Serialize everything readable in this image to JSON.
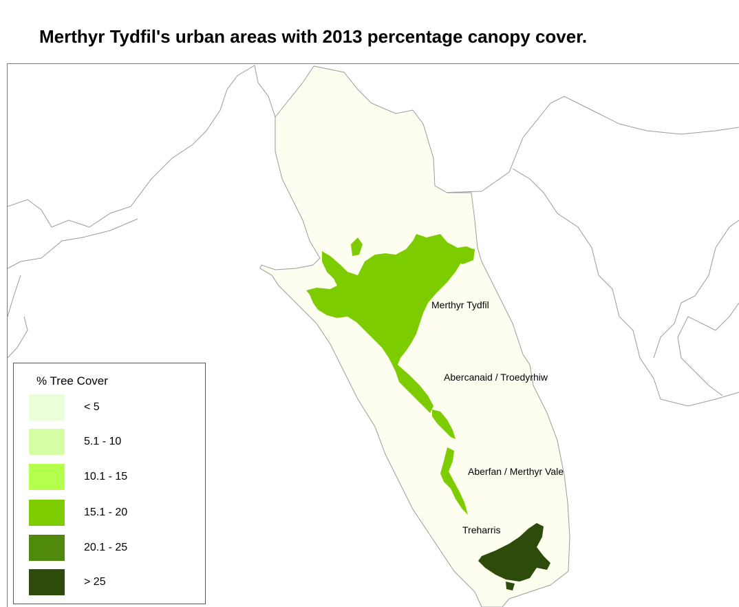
{
  "title": "Merthyr Tydfil's urban areas with 2013 percentage canopy cover.",
  "colors": {
    "county": "#fdfdf0",
    "boundary": "#9a9a9a",
    "cover_15_20": "#7dcc00",
    "cover_gt_25": "#2d4c0c"
  },
  "places": {
    "merthyr": "Merthyr Tydfil",
    "abercanaid": "Abercanaid / Troedyrhiw",
    "aberfan": "Aberfan / Merthyr Vale",
    "treharris": "Treharris"
  },
  "legend": {
    "title": "% Tree Cover",
    "items": [
      {
        "label": "< 5",
        "color": "#eaffd8"
      },
      {
        "label": "5.1 - 10",
        "color": "#d4ffa4"
      },
      {
        "label": "10.1 - 15",
        "color": "#b4ff4c"
      },
      {
        "label": "15.1 - 20",
        "color": "#7dcc00"
      },
      {
        "label": "20.1 - 25",
        "color": "#4f8a0c"
      },
      {
        "label": "> 25",
        "color": "#2d4c0c"
      }
    ]
  }
}
